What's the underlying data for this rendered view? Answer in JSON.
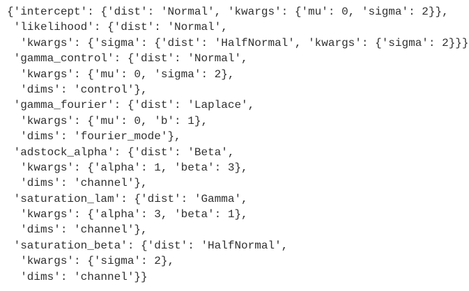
{
  "output": {
    "lines": [
      "{'intercept': {'dist': 'Normal', 'kwargs': {'mu': 0, 'sigma': 2}},",
      " 'likelihood': {'dist': 'Normal',",
      "  'kwargs': {'sigma': {'dist': 'HalfNormal', 'kwargs': {'sigma': 2}}}},",
      " 'gamma_control': {'dist': 'Normal',",
      "  'kwargs': {'mu': 0, 'sigma': 2},",
      "  'dims': 'control'},",
      " 'gamma_fourier': {'dist': 'Laplace',",
      "  'kwargs': {'mu': 0, 'b': 1},",
      "  'dims': 'fourier_mode'},",
      " 'adstock_alpha': {'dist': 'Beta',",
      "  'kwargs': {'alpha': 1, 'beta': 3},",
      "  'dims': 'channel'},",
      " 'saturation_lam': {'dist': 'Gamma',",
      "  'kwargs': {'alpha': 3, 'beta': 1},",
      "  'dims': 'channel'},",
      " 'saturation_beta': {'dist': 'HalfNormal',",
      "  'kwargs': {'sigma': 2},",
      "  'dims': 'channel'}}"
    ]
  }
}
